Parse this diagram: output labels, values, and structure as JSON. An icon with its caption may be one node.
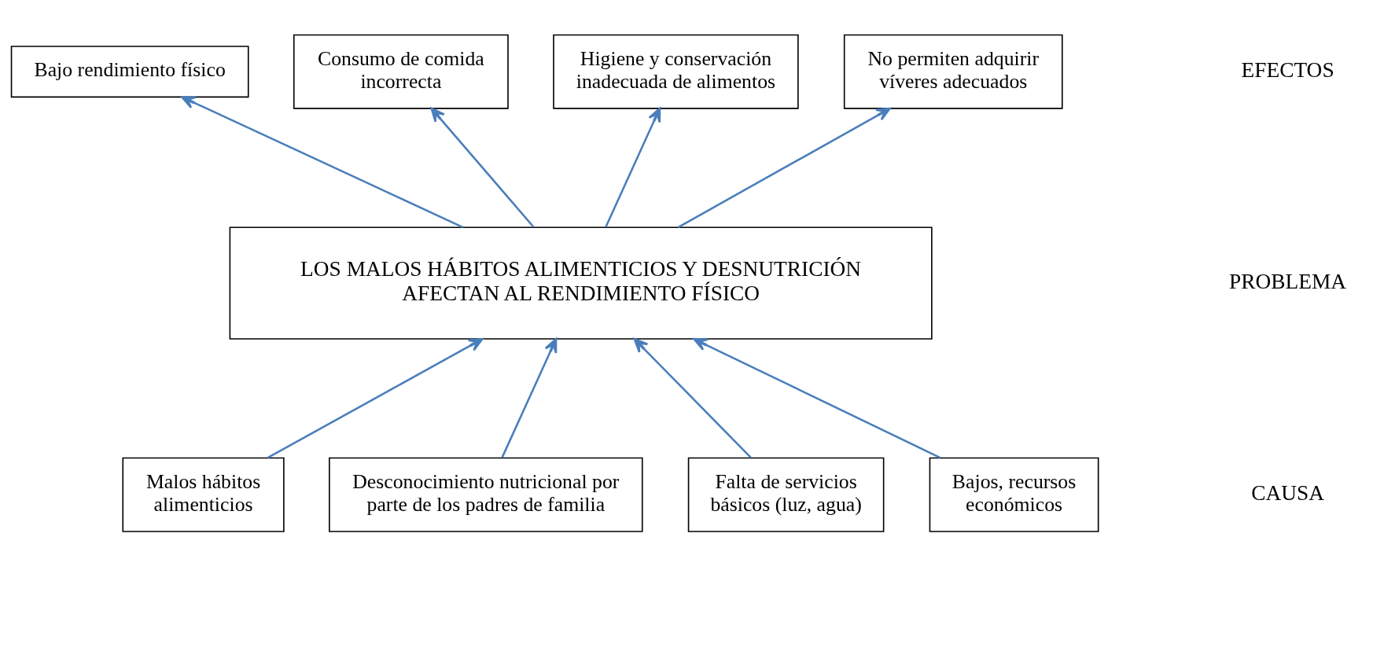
{
  "diagram": {
    "nodes": [
      {
        "text": [
          "Bajo rendimiento físico"
        ]
      },
      {
        "text": [
          "Consumo de comida incorrecta"
        ]
      },
      {
        "text": [
          "Higiene y conservación inadecuada de alimentos"
        ]
      },
      {
        "text": [
          "No permiten adquirir víveres adecuados"
        ]
      },
      {
        "text": [
          "LOS MALOS HÁBITOS ALIMENTICIOS Y DESNUTRICIÓN AFECTAN AL RENDIMIENTO FÍSICO"
        ]
      },
      {
        "text": [
          "Malos hábitos alimenticios"
        ]
      },
      {
        "text": [
          "Desconocimiento nutricional por parte de los padres de familia"
        ]
      },
      {
        "text": [
          "Falta de servicios básicos (luz, agua)"
        ]
      },
      {
        "text": [
          "Bajos, recursos económicos"
        ]
      }
    ],
    "edges": [
      {
        "from": 4,
        "to": 0,
        "arrow": "to"
      },
      {
        "from": 4,
        "to": 1,
        "arrow": "to"
      },
      {
        "from": 4,
        "to": 2,
        "arrow": "to"
      },
      {
        "from": 4,
        "to": 3,
        "arrow": "to"
      },
      {
        "from": 5,
        "to": 4,
        "arrow": "to"
      },
      {
        "from": 6,
        "to": 4,
        "arrow": "to"
      },
      {
        "from": 7,
        "to": 4,
        "arrow": "to"
      },
      {
        "from": 8,
        "to": 4,
        "arrow": "to"
      }
    ],
    "labels": [
      "EFECTOS",
      "PROBLEMA",
      "CAUSA"
    ]
  }
}
